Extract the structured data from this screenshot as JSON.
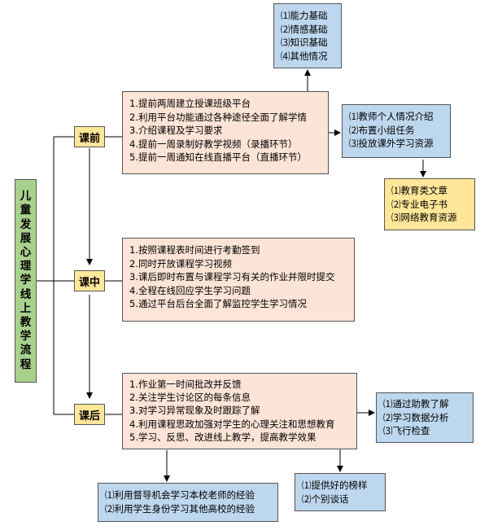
{
  "title": "儿童发展心理学线上教学流程",
  "stages": [
    {
      "label": "课前"
    },
    {
      "label": "课中"
    },
    {
      "label": "课后"
    }
  ],
  "before": {
    "steps": [
      "1.提前两周建立授课班级平台",
      "2.利用平台功能通过各种途径全面了解学情",
      "3.介绍课程及学习要求",
      "4.提前一周录制好教学视频（录播环节）",
      "5.提前一周通知在线直播平台（直播环节）"
    ],
    "basics": [
      "⑴能力基础",
      "⑵情感基础",
      "⑶知识基础",
      "⑷其他情况"
    ],
    "intro": [
      "⑴教师个人情况介绍",
      "⑵布置小组任务",
      "⑶投放课外学习资源"
    ],
    "resources": [
      "⑴教育类文章",
      "⑵专业电子书",
      "⑶网络教育资源"
    ]
  },
  "during": {
    "steps": [
      "1.按照课程表时间进行考勤签到",
      "2.同时开放课程学习视频",
      "3.课后即时布置与课程学习有关的作业并限时提交",
      "4.全程在线回应学生学习问题",
      "5.通过平台后台全面了解监控学生学习情况"
    ]
  },
  "after": {
    "steps": [
      "1.作业第一时间批改并反馈",
      "2.关注学生讨论区的每条信息",
      "3.对学习异常现象及时跟踪了解",
      "4.利用课程思政加强对学生的心理关注和思想教育",
      "5.学习、反思、改进线上教学，提高教学效果"
    ],
    "tracking": [
      "⑴通过助教了解",
      "⑵学习数据分析",
      "⑶飞行检查"
    ],
    "care": [
      "⑴提供好的榜样",
      "⑵个别谈话"
    ],
    "improve": [
      "⑴利用督导机会学习本校老师的经验",
      "⑵利用学生身份学习其他高校的经验"
    ]
  }
}
